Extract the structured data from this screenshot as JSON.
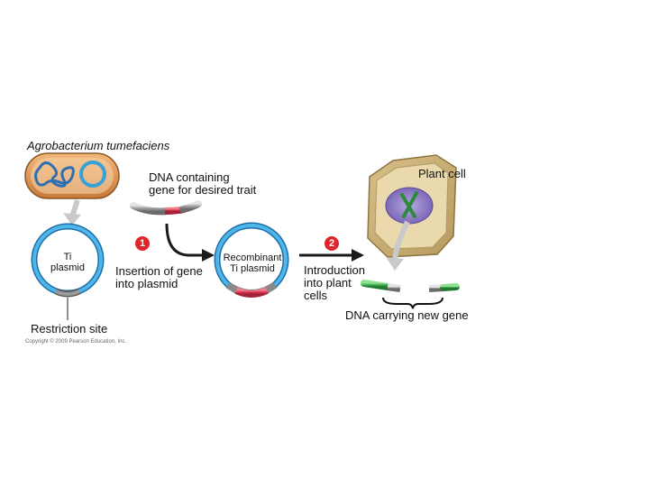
{
  "organism_label": "Agrobacterium tumefaciens",
  "dna_label": "DNA containing\ngene for desired trait",
  "plant_cell_label": "Plant cell",
  "ti_plasmid_label": "Ti\nplasmid",
  "step1_number": "1",
  "step1_label": "Insertion of gene\ninto plasmid",
  "recombinant_label": "Recombinant\nTi plasmid",
  "step2_number": "2",
  "step2_label": "Introduction\ninto plant\ncells",
  "new_gene_label": "DNA carrying new gene",
  "restriction_label": "Restriction site",
  "copyright": "Copyright © 2009 Pearson Education, Inc.",
  "colors": {
    "plasmid_blue": "#3aa0d8",
    "gene_red": "#d8344e",
    "plant_green": "#3aa84a",
    "step_red": "#e0262b"
  }
}
